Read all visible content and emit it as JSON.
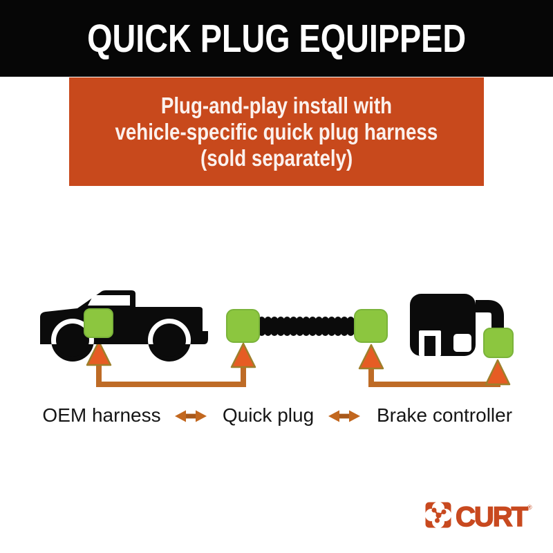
{
  "header": {
    "title": "QUICK PLUG EQUIPPED"
  },
  "info_panel": {
    "line1": "Plug-and-play install with",
    "line2": "vehicle-specific quick plug harness",
    "line3": "(sold separately)"
  },
  "diagram": {
    "labels": {
      "oem_harness": "OEM harness",
      "quick_plug": "Quick plug",
      "brake_controller": "Brake controller"
    },
    "icons": {
      "truck": "pickup-truck-silhouette",
      "quick_plug_cable": "corrugated-cable-with-green-plug-ends",
      "brake_controller": "brake-controller-silhouette",
      "connector_port": "green-quick-plug-connector",
      "pointer": "orange-up-arrow",
      "link": "orange-double-headed-arrow"
    }
  },
  "colors": {
    "header_bg": "#060606",
    "header_text": "#FFFFFF",
    "panel_bg": "#C8491C",
    "panel_text": "#FBF1ED",
    "connector_green": "#8CC63F",
    "connector_green_border": "#7AB33A",
    "silhouette_black": "#0B0B0B",
    "arrow_fill": "#E65C24",
    "arrow_outline": "#9E7F2B",
    "bracket_line": "#BE6B26",
    "double_arrow_head": "#C2671E",
    "double_arrow_bar": "#A8581A",
    "label_text": "#151515",
    "brand_orange": "#C8491F"
  },
  "footer": {
    "brand": "CURT",
    "registered_mark": "®"
  }
}
